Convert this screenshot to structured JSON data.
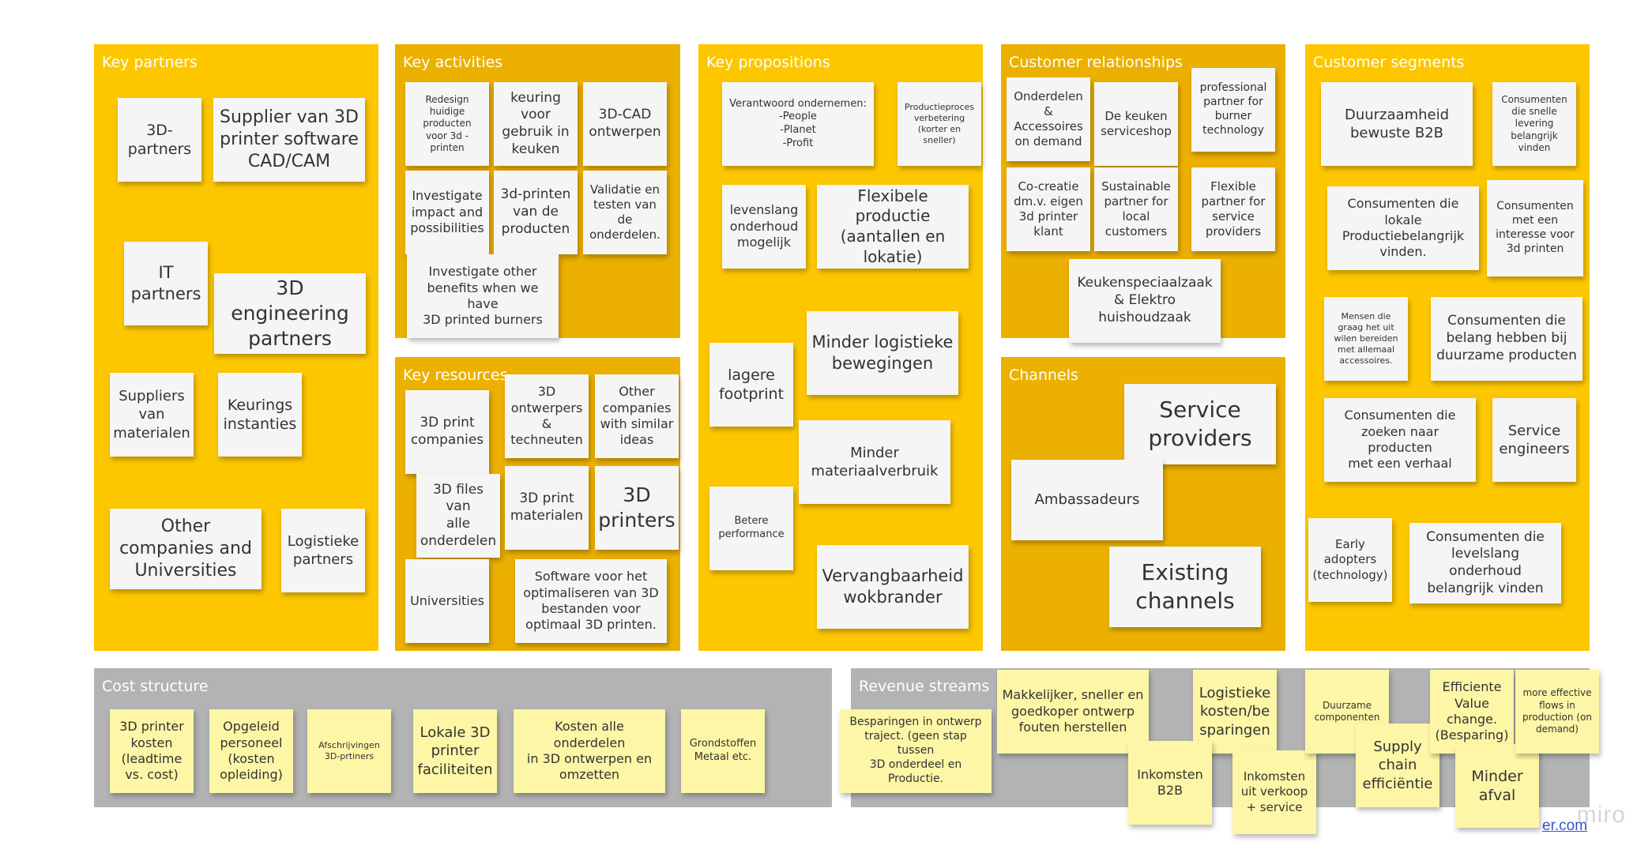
{
  "panels": {
    "key_partners": "Key partners",
    "key_activities": "Key activities",
    "key_resources": "Key resources",
    "key_propositions": "Key propositions",
    "customer_relationships": "Customer relationships",
    "channels": "Channels",
    "customer_segments": "Customer segments",
    "cost_structure": "Cost structure",
    "revenue_streams": "Revenue streams"
  },
  "notes": {
    "kp_3d_partners": "3D-\npartners",
    "kp_supplier_software": "Supplier van 3D\nprinter software\nCAD/CAM",
    "kp_it_partners": "IT\npartners",
    "kp_3d_engineering": "3D engineering\npartners",
    "kp_suppliers_materialen": "Suppliers\nvan\nmaterialen",
    "kp_keurings": "Keurings\ninstanties",
    "kp_other_companies": "Other\ncompanies and\nUniversities",
    "kp_logistieke": "Logistieke\npartners",
    "ka_redesign": "Redesign\nhuidige\nproducten\nvoor 3d -\nprinten",
    "ka_keuring": "keuring\nvoor\ngebruik in\nkeuken",
    "ka_3dcad": "3D-CAD\nontwerpen",
    "ka_investigate_impact": "Investigate\nimpact and\npossibilities",
    "ka_3dprinten_producten": "3d-printen\nvan de\nproducten",
    "ka_validatie": "Validatie en\ntesten van\nde\nonderdelen.",
    "ka_investigate_other": "Investigate other\nbenefits when we have\n3D printed burners",
    "kr_3d_print_companies": "3D print\ncompanies",
    "kr_3d_ontwerpers": "3D\nontwerpers\n&\ntechneuten",
    "kr_other_companies": "Other\ncompanies\nwith similar\nideas",
    "kr_3d_files": "3D files van\nalle\nonderdelen",
    "kr_3d_print_materialen": "3D print\nmaterialen",
    "kr_3d_printers": "3D\nprinters",
    "kr_universities": "Universities",
    "kr_software": "Software voor het\noptimaliseren van 3D\nbestanden voor\noptimaal 3D printen.",
    "vp_verantwoord": "Verantwoord ondernemen:\n-People\n-Planet\n-Profit",
    "vp_productieproces": "Productieproces\nverbetering\n(korter en\nsneller)",
    "vp_levenslang": "levenslang\nonderhoud\nmogelijk",
    "vp_flexibele": "Flexibele productie\n(aantallen en\nlokatie)",
    "vp_lagere": "lagere\nfootprint",
    "vp_minder_logistieke": "Minder logistieke\nbewegingen",
    "vp_minder_materiaal": "Minder\nmateriaalverbruik",
    "vp_betere": "Betere\nperformance",
    "vp_vervangbaarheid": "Vervangbaarheid\nwokbrander",
    "cr_onderdelen": "Onderdelen\n&\nAccessoires\non demand",
    "cr_keuken_serviceshop": "De keuken\nserviceshop",
    "cr_professional": "professional\npartner for\nburner\ntechnology",
    "cr_cocreatie": "Co-creatie\ndm.v. eigen\n3d printer\nklant",
    "cr_sustainable": "Sustainable\npartner for\nlocal\ncustomers",
    "cr_flexible": "Flexible\npartner for\nservice\nproviders",
    "cr_keukenspeciaalzaak": "Keukenspeciaalzaak\n& Elektro\nhuishoudzaak",
    "ch_service_providers": "Service\nproviders",
    "ch_ambassadeurs": "Ambassadeurs",
    "ch_existing": "Existing\nchannels",
    "cs_duurzaamheid": "Duurzaamheid\nbewuste B2B",
    "cs_snelle": "Consumenten\ndie snelle\nlevering\nbelangrijk\nvinden",
    "cs_lokale": "Consumenten die\nlokale\nProductiebelangrijk\nvinden.",
    "cs_interesse": "Consumenten\nmet een\ninteresse voor\n3d printen",
    "cs_mensen": "Mensen die\ngraag het uit\nwilen bereiden\nmet allemaal\naccessoires.",
    "cs_duurzame": "Consumenten die\nbelang hebben bij\nduurzame producten",
    "cs_verhaal": "Consumenten die\nzoeken naar producten\nmet een verhaal",
    "cs_service_engineers": "Service\nengineers",
    "cs_early": "Early\nadopters\n(technology)",
    "cs_levelslang": "Consumenten die\nlevelslang onderhoud\nbelangrijk vinden",
    "cost_3dprinter": "3D printer\nkosten\n(leadtime\nvs. cost)",
    "cost_opgeleid": "Opgeleid\npersoneel\n(kosten\nopleiding)",
    "cost_afschrijvingen": "Afschrijvingen\n3D-prtiners",
    "cost_lokale": "Lokale 3D\nprinter\nfaciliteiten",
    "cost_kosten_onderdelen": "Kosten alle onderdelen\nin 3D ontwerpen en\nomzetten",
    "cost_grondstoffen": "Grondstoffen\nMetaal etc.",
    "rev_besparingen": "Besparingen in ontwerp\ntraject. (geen stap tussen\n3D onderdeel en\nProductie.",
    "rev_makkelijker": "Makkelijker, sneller en\ngoedkoper ontwerp\nfouten herstellen",
    "rev_logistieke": "Logistieke\nkosten/be\nsparingen",
    "rev_inkomsten_b2b": "Inkomsten\nB2B",
    "rev_inkomsten_verkoop": "Inkomsten\nuit verkoop\n+ service",
    "rev_duurzame": "Duurzame\ncomponenten",
    "rev_supply": "Supply\nchain\nefficiëntie",
    "rev_efficiente": "Efficiente\nValue\nchange.\n(Besparing)",
    "rev_minder_afval": "Minder\nafval",
    "rev_more_effective": "more effective\nflows in\nproduction (on\ndemand)"
  },
  "footer": {
    "link_text": "er.com",
    "miro_label": "miro"
  },
  "colors": {
    "yellow_panel": "#fdc700",
    "orange_panel": "#ebb000",
    "gray_panel": "#b3b3b3",
    "white_note": "#f5f5f5",
    "yellow_note": "#fdf6a6"
  }
}
